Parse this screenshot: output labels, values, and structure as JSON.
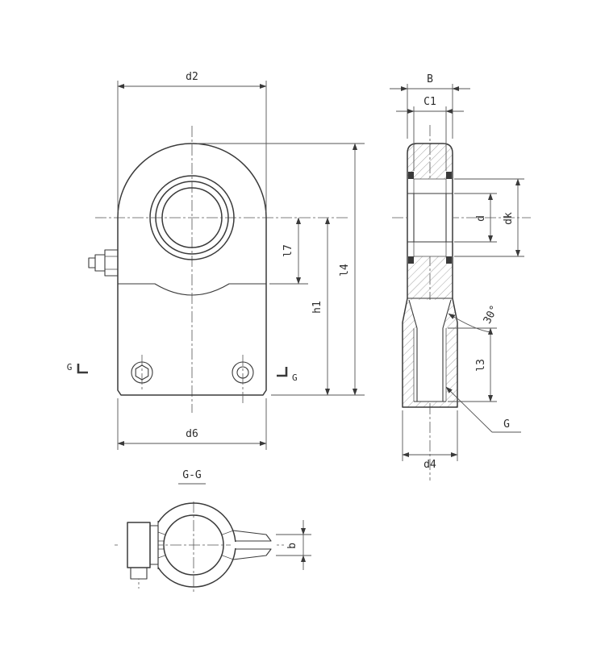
{
  "meta": {
    "type": "technical-drawing",
    "subject": "hydraulic rod end bearing, three views with section G-G"
  },
  "labels": {
    "front": {
      "d2": "d2",
      "l7": "l7",
      "h1": "h1",
      "l4": "l4",
      "d6": "d6",
      "section_left": "G",
      "section_right": "G"
    },
    "side": {
      "B": "B",
      "C1": "C1",
      "d": "d",
      "dk": "dk",
      "angle": "30°",
      "l3": "l3",
      "thread": "G",
      "d4": "d4"
    },
    "section": {
      "title": "G-G",
      "b": "b"
    }
  },
  "colors": {
    "line": "#3a3a3a",
    "dim": "#555555",
    "hatch": "#8c8c8c",
    "background": "#ffffff"
  }
}
